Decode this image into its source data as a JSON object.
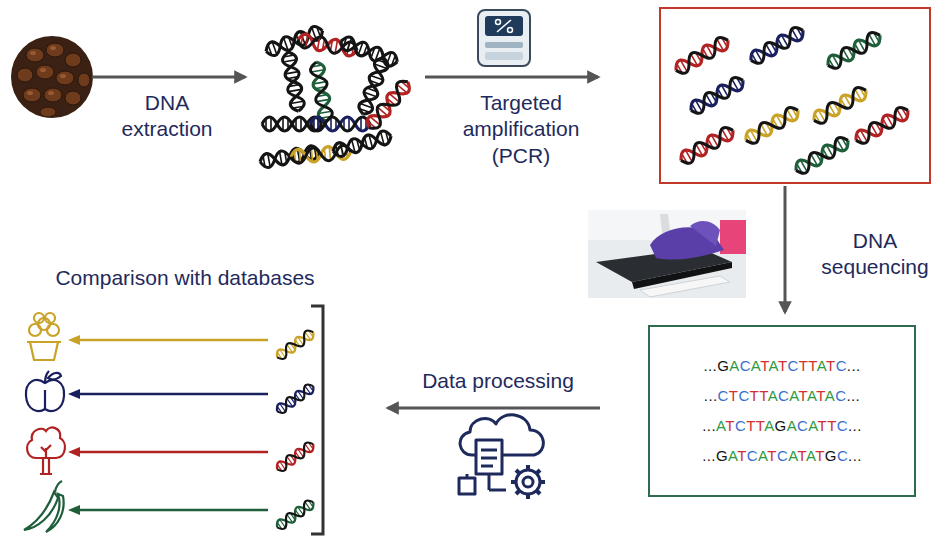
{
  "diagram": {
    "nodes": [
      {
        "text": [
          "...GACATATCTTATC...",
          "...CTCTTACATATAC...",
          "...ATCTTAGACATTC...",
          "...GATCATCATATGC..."
        ]
      }
    ],
    "labels": [
      "DNA extraction",
      "Targeted amplification (PCR)",
      "DNA sequencing",
      "Data processing",
      "Comparison with databases"
    ]
  }
}
